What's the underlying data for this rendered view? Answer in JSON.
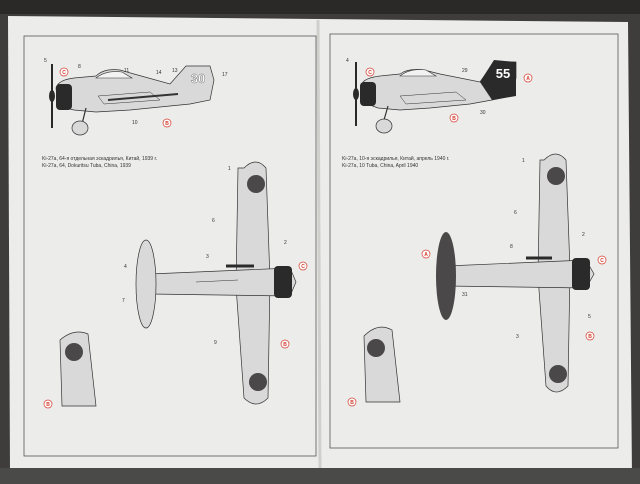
{
  "left_sheet": {
    "caption_line1": "Ki-27a, 64-я отдельная эскадрилья, Китай, 1939 г.",
    "caption_line2": "Ki-27a, 64, Dokuritsu Tuba, China, 1939",
    "tail_number": "30",
    "red_callouts": {
      "a": "C",
      "b": "B",
      "c": "C",
      "d": "B",
      "e": "B"
    },
    "callouts": {
      "n1": "5",
      "n2": "8",
      "n3": "11",
      "n4": "14",
      "n5": "13",
      "n6": "17",
      "n7": "10",
      "n8": "1",
      "n9": "6",
      "n10": "3",
      "n11": "2",
      "n12": "4",
      "n13": "7",
      "n14": "9"
    }
  },
  "right_sheet": {
    "caption_line1": "Ki-27a, 10-я эскадрилья, Китай, апрель 1940 г.",
    "caption_line2": "Ki-27a, 10 Tuba, China, April 1940",
    "tail_number": "55",
    "red_callouts": {
      "a": "C",
      "b": "A",
      "c": "B",
      "d": "A",
      "e": "C",
      "f": "B",
      "g": "B"
    },
    "callouts": {
      "n1": "4",
      "n2": "29",
      "n3": "30",
      "n4": "1",
      "n5": "6",
      "n6": "8",
      "n7": "31",
      "n8": "3",
      "n9": "2",
      "n10": "5"
    }
  },
  "colors": {
    "paper": "#ececea",
    "background": "#3f3d3b",
    "aircraft_fill": "#d9d9d9",
    "outline": "#333333",
    "hinomaru_print": "#4a4848",
    "dark_parts": "#2b2a2a",
    "callout_red": "#d23a2a"
  }
}
